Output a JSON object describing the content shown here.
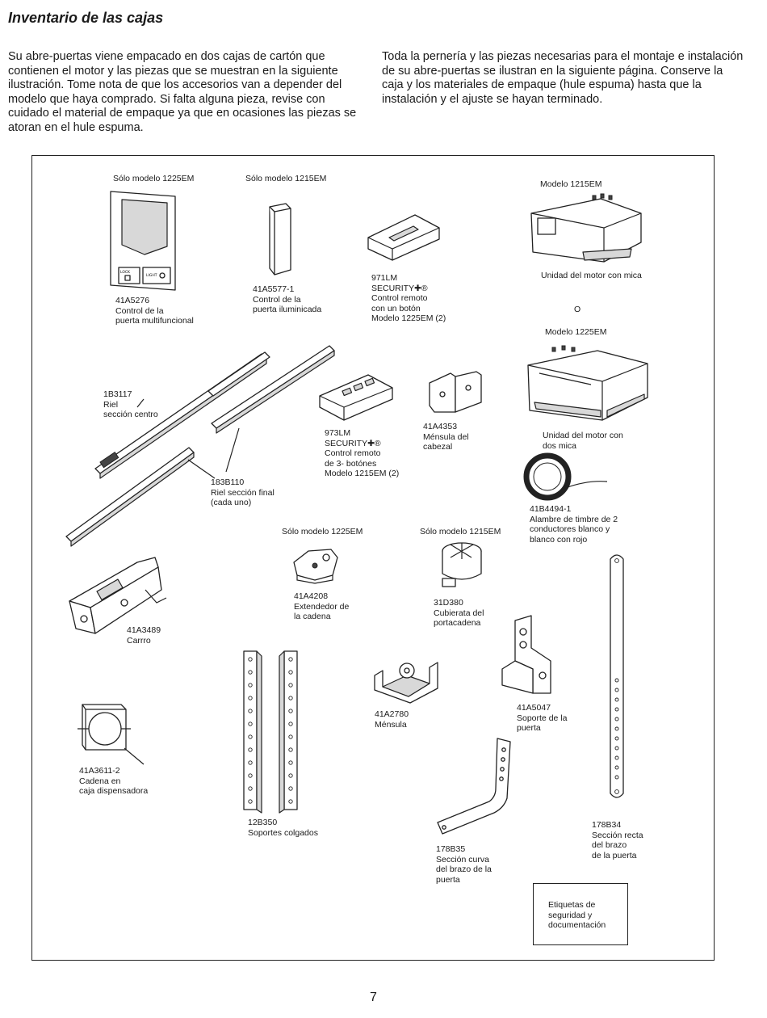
{
  "title": "Inventario de las cajas",
  "intro_left": "Su abre-puertas viene empacado en dos cajas de cartón que contienen el motor y las piezas que se muestran en la siguiente ilustración. Tome nota de que los accesorios van a depender del modelo que haya comprado. Si falta alguna pieza, revise con cuidado el material de empaque ya que en ocasiones las piezas se atoran en el hule espuma.",
  "intro_right": "Toda la pernería y las piezas necesarias para el montaje e instalación de su abre-puertas se ilustran en la siguiente página. Conserve la caja y los materiales de empaque (hule espuma) hasta que la instalación y el ajuste se hayan terminado.",
  "headers": {
    "only_1225_a": "Sólo modelo 1225EM",
    "only_1215_a": "Sólo modelo 1215EM",
    "model_1215": "Modelo 1215EM",
    "or": "O",
    "model_1225": "Modelo 1225EM",
    "only_1225_b": "Sólo modelo 1225EM",
    "only_1215_b": "Sólo modelo 1215EM"
  },
  "buttons": {
    "lock": "LOCK",
    "light": "LIGHT"
  },
  "parts": {
    "multi_control": "41A5276\nControl de la\npuerta multifuncional",
    "lit_control": "41A5577-1\nControl de la\npuerta iluminicada",
    "remote_971": "971LM\nSECURITY✚®\nControl remoto\ncon un botón\nModelo 1225EM (2)",
    "motor_mica": "Unidad del motor con mica",
    "motor_two_mica": "Unidad del motor con\ndos mica",
    "rail_center": "1B3117\nRiel\nsección centro",
    "rail_end": "183B110\nRiel sección final\n(cada uno)",
    "remote_973": "973LM\nSECURITY✚®\nControl remoto\nde 3- botónes\nModelo 1215EM (2)",
    "header_bracket": "41A4353\nMénsula del\ncabezal",
    "bell_wire": "41B4494-1\nAlambre de timbre de 2\nconductores blanco y\nblanco con rojo",
    "trolley": "41A3489\nCarrro",
    "chain_extender": "41A4208\nExtendedor de\nla cadena",
    "sprocket_cover": "31D380\nCubierata del\nportacadena",
    "bracket": "41A2780\nMénsula",
    "door_bracket": "41A5047\nSoporte de la\npuerta",
    "chain_box": "41A3611-2\nCadena en\ncaja dispensadora",
    "hangers": "12B350\nSoportes colgados",
    "curved_arm": "178B35\nSección curva\ndel brazo de la\npuerta",
    "straight_arm": "178B34\nSección recta\ndel brazo\nde la puerta",
    "labels_docs": "Etiquetas de\nseguridad y\ndocumentación"
  },
  "page_number": "7"
}
